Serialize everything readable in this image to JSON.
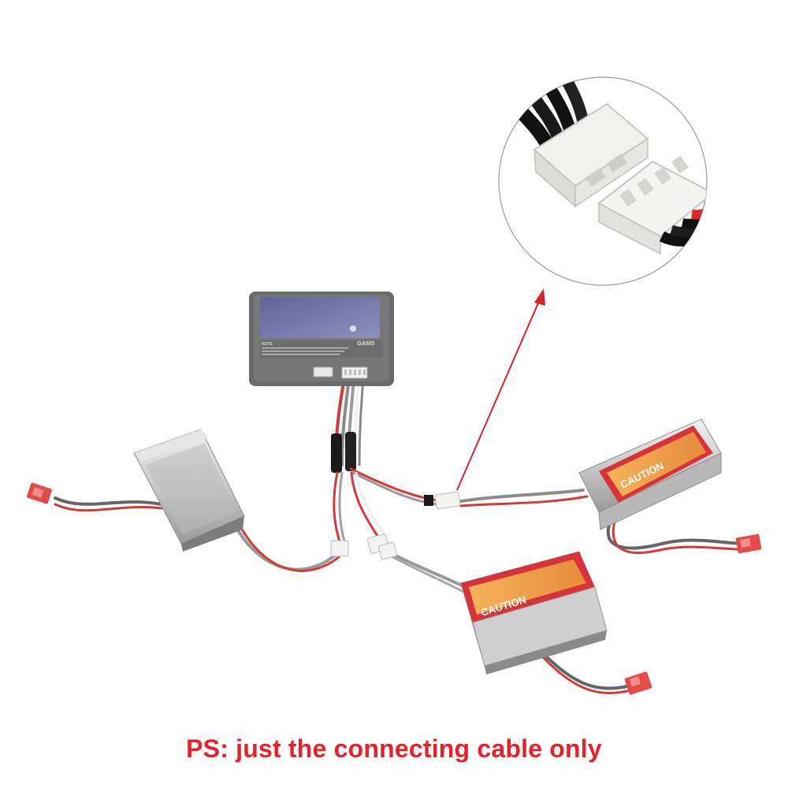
{
  "caption": {
    "text": "PS: just the connecting cable only",
    "color": "#e8202a"
  },
  "charger": {
    "model_label": "GA005",
    "note_label": "NOTE"
  },
  "batteries": {
    "caution_label": "CAUTION"
  },
  "colors": {
    "arrow": "#d8232a",
    "red_wire": "#d43a36",
    "battery_label_red": "#d8323a",
    "battery_label_orange": "#f3a44a",
    "charger_body": "#6a6a6a",
    "charger_screen": "#6f73a3"
  }
}
